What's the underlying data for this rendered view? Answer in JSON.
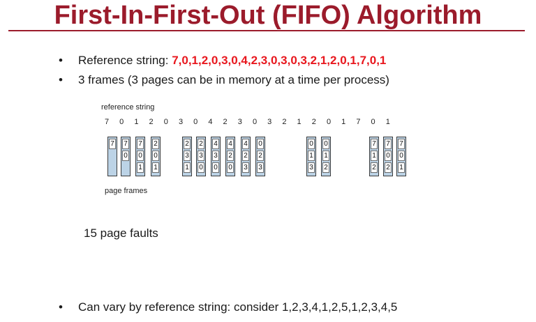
{
  "title": "First-In-First-Out (FIFO) Algorithm",
  "bullets": {
    "ref_prefix": "Reference string: ",
    "ref_string": "7,0,1,2,0,3,0,4,2,3,0,3,0,3,2,1,2,0,1,7,0,1",
    "frames": "3 frames (3 pages can be in memory at a time per process)",
    "vary": "Can vary by reference string: consider 1,2,3,4,1,2,5,1,2,3,4,5"
  },
  "diagram": {
    "reference_label": "reference string",
    "page_frames_label": "page frames",
    "reference": [
      "7",
      "0",
      "1",
      "2",
      "0",
      "3",
      "0",
      "4",
      "2",
      "3",
      "0",
      "3",
      "2",
      "1",
      "2",
      "0",
      "1",
      "7",
      "0",
      "1"
    ],
    "frames": [
      [
        "7",
        "",
        ""
      ],
      [
        "7",
        "0",
        ""
      ],
      [
        "7",
        "0",
        "1"
      ],
      [
        "2",
        "0",
        "1"
      ],
      [
        "2",
        "3",
        "1"
      ],
      [
        "2",
        "3",
        "0"
      ],
      [
        "4",
        "3",
        "0"
      ],
      [
        "4",
        "2",
        "0"
      ],
      [
        "4",
        "2",
        "3"
      ],
      [
        "0",
        "2",
        "3"
      ],
      [
        "0",
        "1",
        "3"
      ],
      [
        "0",
        "1",
        "2"
      ],
      [
        "7",
        "1",
        "2"
      ],
      [
        "7",
        "0",
        "2"
      ],
      [
        "7",
        "0",
        "1"
      ]
    ]
  },
  "faults": "15 page faults",
  "colors": {
    "title": "#9b1b2b",
    "highlight": "#e8171e",
    "frame_bg": "#bcd3e6"
  },
  "icons": {
    "bullet": "bullet-dot"
  }
}
